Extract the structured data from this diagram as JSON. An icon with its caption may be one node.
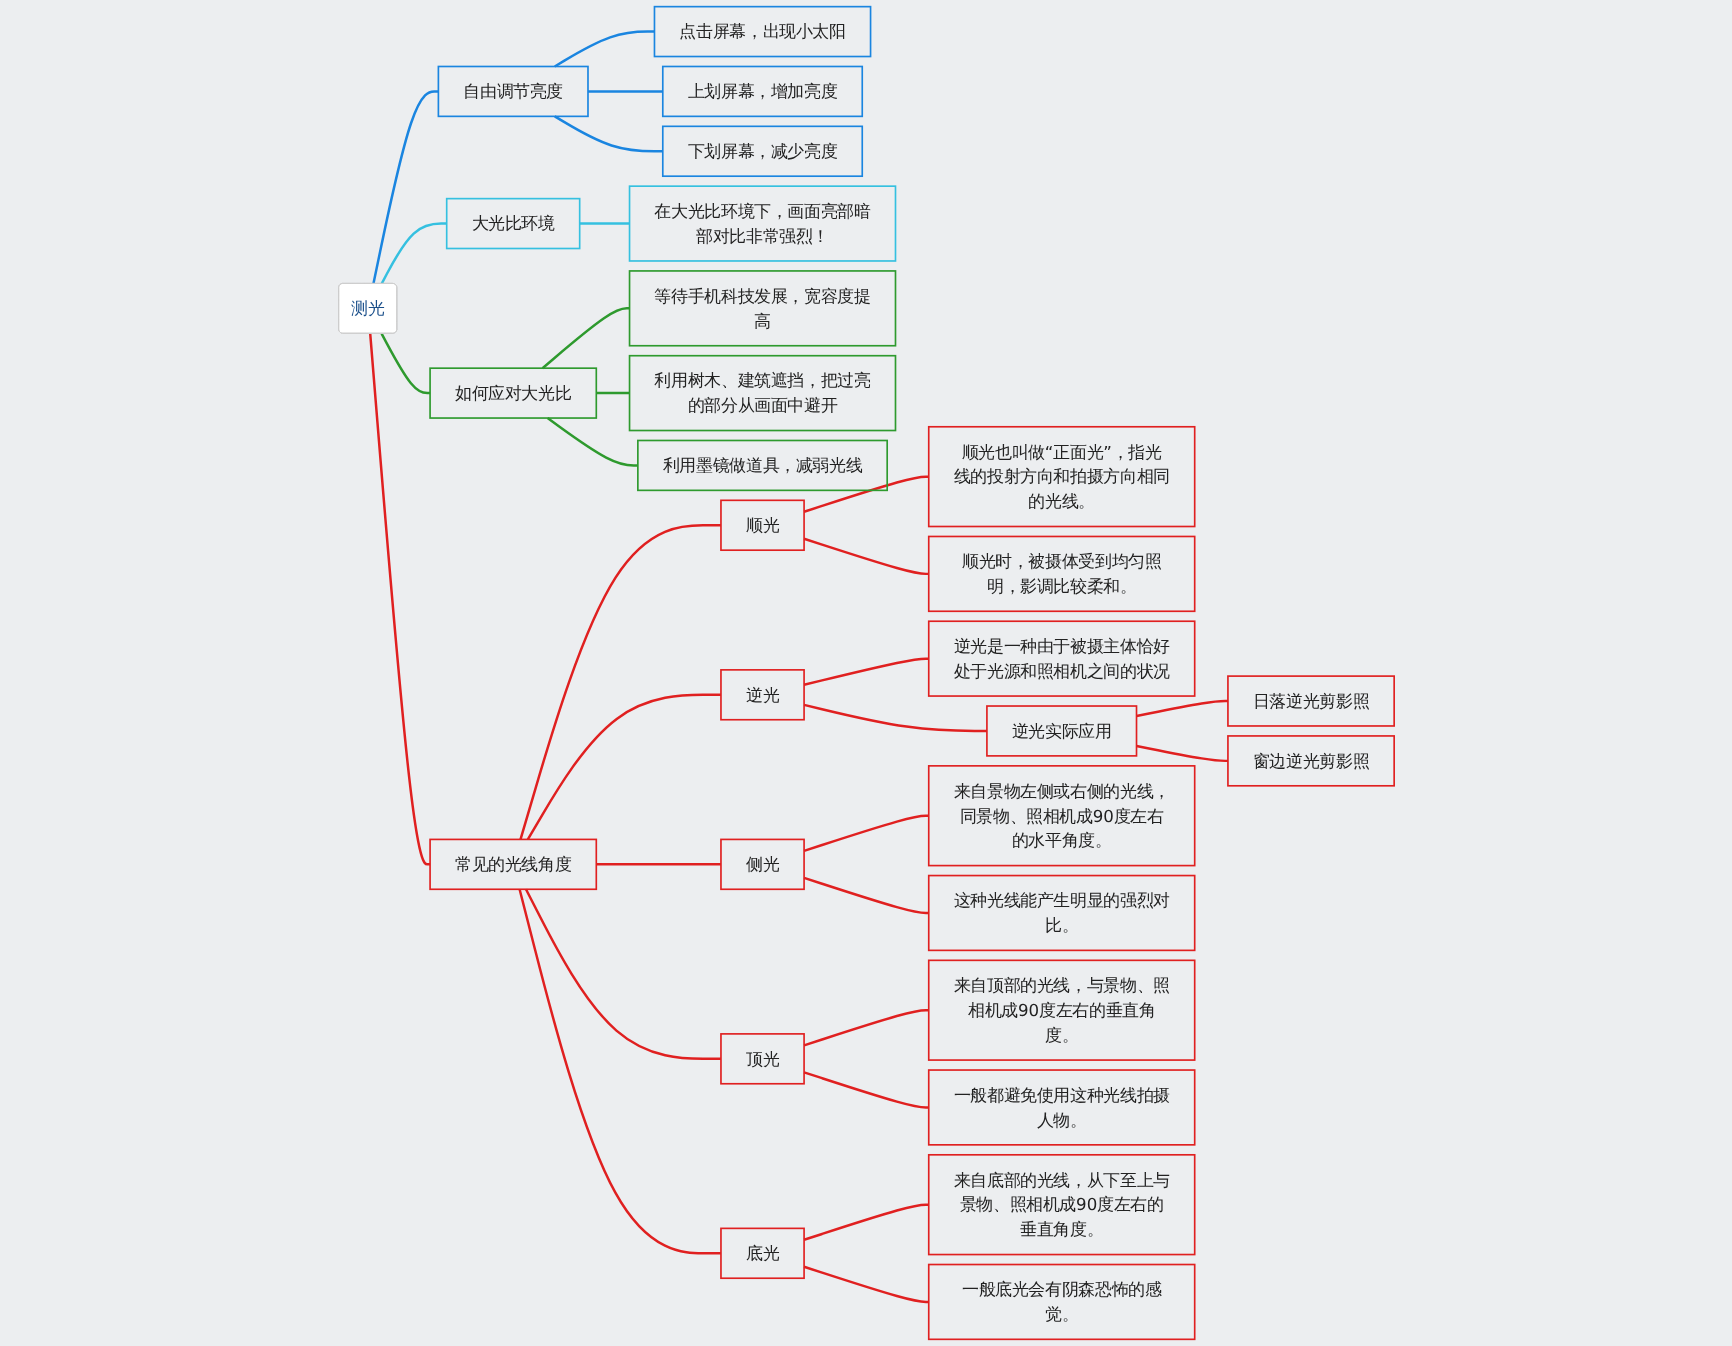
{
  "diagram": {
    "nodes": [
      {
        "text": [
          "测光"
        ]
      },
      {
        "text": [
          "自由调节亮度"
        ]
      },
      {
        "text": [
          "点击屏幕，出现小太阳"
        ]
      },
      {
        "text": [
          "上划屏幕，增加亮度"
        ]
      },
      {
        "text": [
          "下划屏幕，减少亮度"
        ]
      },
      {
        "text": [
          "大光比环境"
        ]
      },
      {
        "text": [
          "在大光比环境下，画面亮部暗部对比非常强烈！"
        ]
      },
      {
        "text": [
          "如何应对大光比"
        ]
      },
      {
        "text": [
          "等待手机科技发展，宽容度提高"
        ]
      },
      {
        "text": [
          "利用树木、建筑遮挡，把过亮的部分从画面中避开"
        ]
      },
      {
        "text": [
          "利用墨镜做道具，减弱光线"
        ]
      },
      {
        "text": [
          "常见的光线角度"
        ]
      },
      {
        "text": [
          "顺光"
        ]
      },
      {
        "text": [
          "顺光也叫做“正面光”，指光线的投射方向和拍摄方向相同的光线。"
        ]
      },
      {
        "text": [
          "顺光时，被摄体受到均匀照明，影调比较柔和。"
        ]
      },
      {
        "text": [
          "逆光"
        ]
      },
      {
        "text": [
          "逆光是一种由于被摄主体恰好处于光源和照相机之间的状况"
        ]
      },
      {
        "text": [
          "逆光实际应用"
        ]
      },
      {
        "text": [
          "日落逆光剪影照"
        ]
      },
      {
        "text": [
          "窗边逆光剪影照"
        ]
      },
      {
        "text": [
          "侧光"
        ]
      },
      {
        "text": [
          "来自景物左侧或右侧的光线，同景物、照相机成90度左右的水平角度。"
        ]
      },
      {
        "text": [
          "这种光线能产生明显的强烈对比。"
        ]
      },
      {
        "text": [
          "顶光"
        ]
      },
      {
        "text": [
          "来自顶部的光线，与景物、照相机成90度左右的垂直角度。"
        ]
      },
      {
        "text": [
          "一般都避免使用这种光线拍摄人物。"
        ]
      },
      {
        "text": [
          "底光"
        ]
      },
      {
        "text": [
          "来自底部的光线，从下至上与景物、照相机成90度左右的垂直角度。"
        ]
      },
      {
        "text": [
          "一般底光会有阴森恐怖的感觉。"
        ]
      }
    ],
    "edges": [
      {
        "from": 0,
        "to": 1,
        "arrow": "none",
        "color": "#1a85e0"
      },
      {
        "from": 1,
        "to": 2,
        "arrow": "none",
        "color": "#1a85e0"
      },
      {
        "from": 1,
        "to": 3,
        "arrow": "none",
        "color": "#1a85e0"
      },
      {
        "from": 1,
        "to": 4,
        "arrow": "none",
        "color": "#1a85e0"
      },
      {
        "from": 0,
        "to": 5,
        "arrow": "none",
        "color": "#35c0e0"
      },
      {
        "from": 5,
        "to": 6,
        "arrow": "none",
        "color": "#35c0e0"
      },
      {
        "from": 0,
        "to": 7,
        "arrow": "none",
        "color": "#2e9a2e"
      },
      {
        "from": 7,
        "to": 8,
        "arrow": "none",
        "color": "#2e9a2e"
      },
      {
        "from": 7,
        "to": 9,
        "arrow": "none",
        "color": "#2e9a2e"
      },
      {
        "from": 7,
        "to": 10,
        "arrow": "none",
        "color": "#2e9a2e"
      },
      {
        "from": 0,
        "to": 11,
        "arrow": "none"
      },
      {
        "from": 11,
        "to": 12,
        "arrow": "none"
      },
      {
        "from": 12,
        "to": 13,
        "arrow": "none"
      },
      {
        "from": 12,
        "to": 14,
        "arrow": "none"
      },
      {
        "from": 11,
        "to": 15,
        "arrow": "none"
      },
      {
        "from": 15,
        "to": 16,
        "arrow": "none"
      },
      {
        "from": 15,
        "to": 17,
        "arrow": "none"
      },
      {
        "from": 17,
        "to": 18,
        "arrow": "none"
      },
      {
        "from": 17,
        "to": 19,
        "arrow": "none"
      },
      {
        "from": 11,
        "to": 20,
        "arrow": "none"
      },
      {
        "from": 20,
        "to": 21,
        "arrow": "none"
      },
      {
        "from": 20,
        "to": 22,
        "arrow": "none"
      },
      {
        "from": 11,
        "to": 23,
        "arrow": "none"
      },
      {
        "from": 23,
        "to": 24,
        "arrow": "none"
      },
      {
        "from": 23,
        "to": 25,
        "arrow": "none"
      },
      {
        "from": 11,
        "to": 26,
        "arrow": "none"
      },
      {
        "from": 26,
        "to": 27,
        "arrow": "none"
      },
      {
        "from": 26,
        "to": 28,
        "arrow": "none"
      }
    ]
  }
}
